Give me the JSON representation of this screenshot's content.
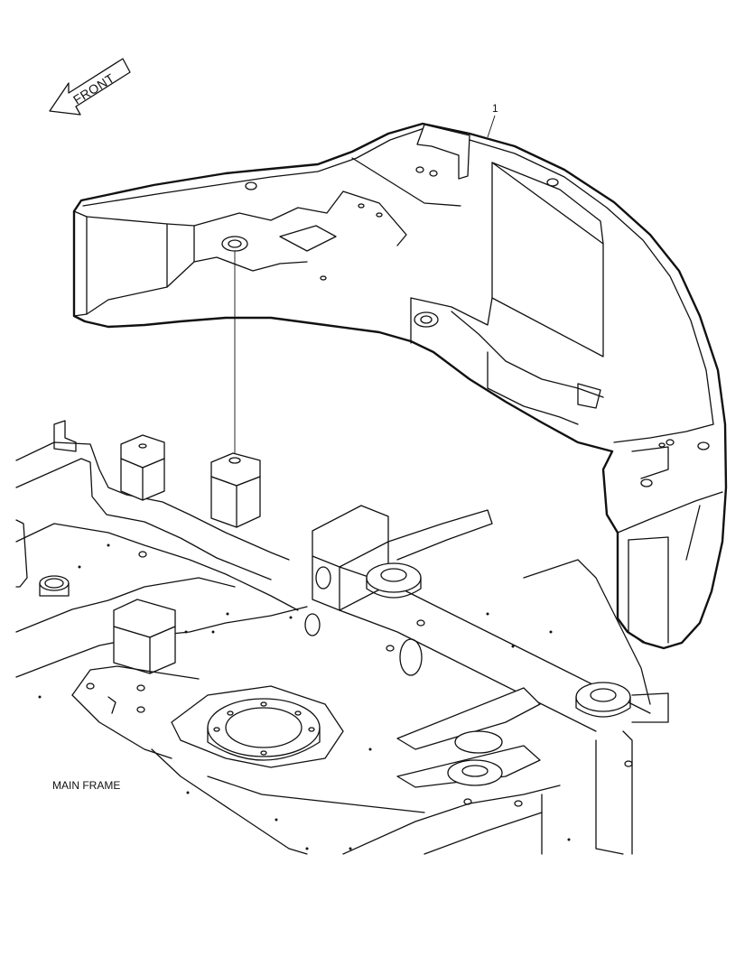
{
  "labels": {
    "front": "FRONT",
    "callout": "1",
    "main_frame": "MAIN FRAME"
  },
  "colors": {
    "background": "#ffffff",
    "ink": "#111111"
  },
  "icons": {
    "front_direction": "front-arrow-icon"
  }
}
